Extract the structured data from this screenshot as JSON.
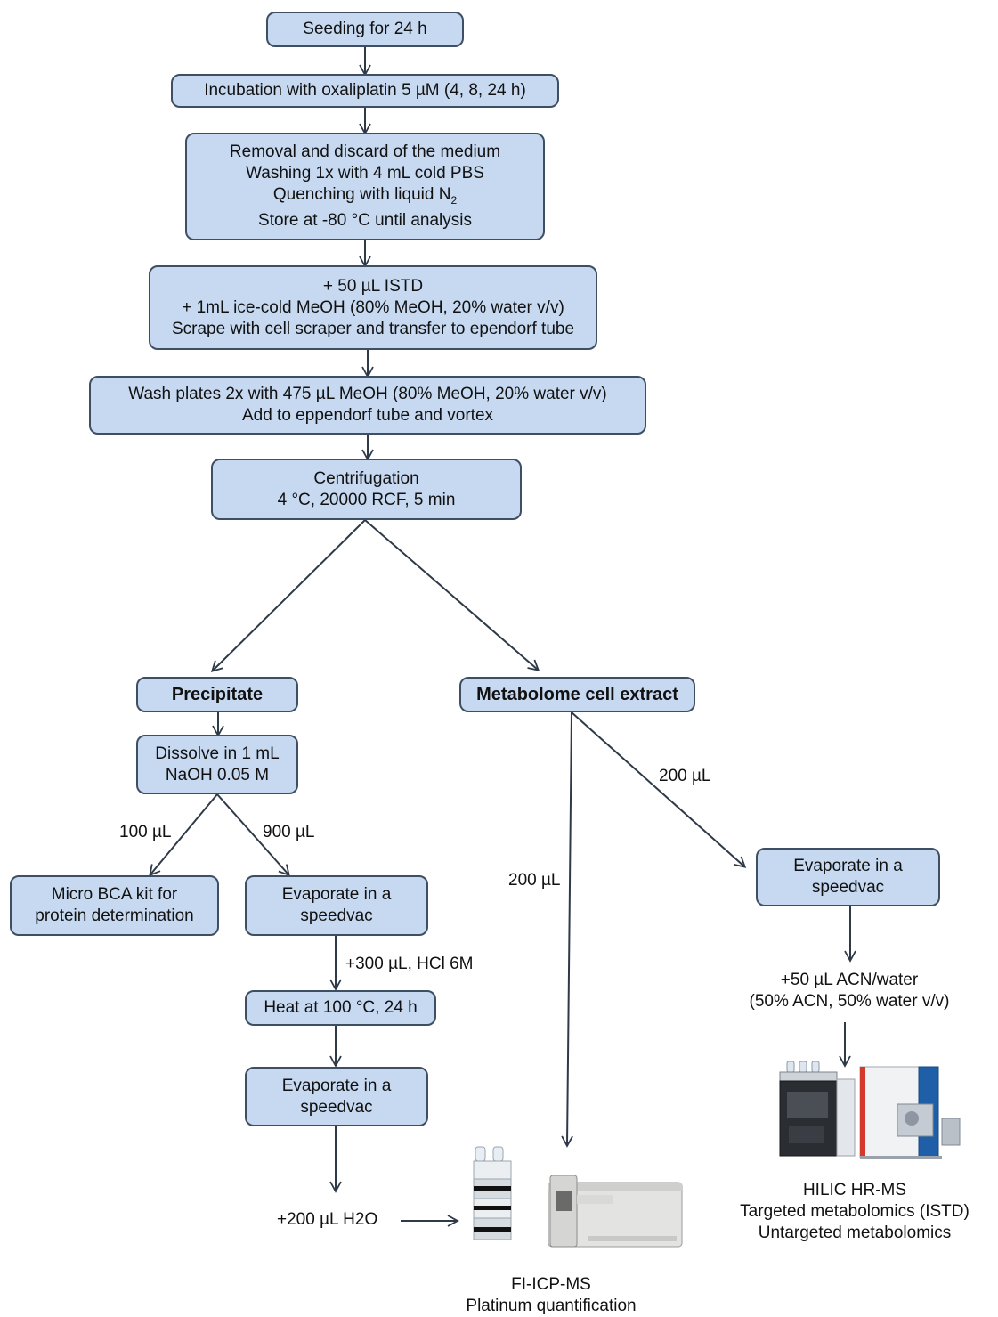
{
  "steps": {
    "seeding": "Seeding for 24 h",
    "incubation": "Incubation with oxaliplatin 5 µM (4, 8, 24 h)",
    "removal": {
      "line1": "Removal and discard of the medium",
      "line2": "Washing 1x with 4 mL cold PBS",
      "line3_prefix": "Quenching with liquid N",
      "line3_sub": "2",
      "line4": "Store at -80 °C until analysis"
    },
    "istd": {
      "line1": "+ 50 µL ISTD",
      "line2": "+ 1mL ice-cold MeOH (80% MeOH, 20% water v/v)",
      "line3": "Scrape with cell scraper and transfer to ependorf tube"
    },
    "wash": {
      "line1": "Wash plates 2x with 475 µL MeOH (80% MeOH, 20% water v/v)",
      "line2": "Add to eppendorf tube and vortex"
    },
    "centrifugation": {
      "line1": "Centrifugation",
      "line2": "4 °C, 20000 RCF, 5 min"
    },
    "precipitate": "Precipitate",
    "metabolome": "Metabolome cell extract",
    "dissolve": {
      "line1": "Dissolve in 1 mL",
      "line2": "NaOH 0.05 M"
    },
    "micro_bca": {
      "line1": "Micro BCA kit for",
      "line2": "protein determination"
    },
    "evaporate_left": {
      "line1": "Evaporate in a",
      "line2": "speedvac"
    },
    "heat": "Heat at 100 °C, 24 h",
    "evaporate_left2": {
      "line1": "Evaporate in a",
      "line2": "speedvac"
    },
    "evaporate_right": {
      "line1": "Evaporate in a",
      "line2": "speedvac"
    }
  },
  "labels": {
    "vol_100": "100 µL",
    "vol_900": "900 µL",
    "vol_200_right": "200 µL",
    "vol_200_left": "200 µL",
    "hcl": "+300 µL, HCl 6M",
    "h2o": "+200 µL H2O",
    "acn_line1": "+50 µL ACN/water",
    "acn_line2": "(50% ACN, 50% water v/v)"
  },
  "instruments": {
    "icp": {
      "icon": "icp-ms-instrument",
      "line1": "FI-ICP-MS",
      "line2": "Platinum quantification"
    },
    "hilic": {
      "icon": "hilic-hr-ms-instrument",
      "line1": "HILIC HR-MS",
      "line2": "Targeted metabolomics (ISTD)",
      "line3": "Untargeted metabolomics"
    }
  },
  "colors": {
    "box_fill": "#c6d9f1",
    "box_border": "#3f4f63",
    "arrow": "#2f3a48"
  }
}
